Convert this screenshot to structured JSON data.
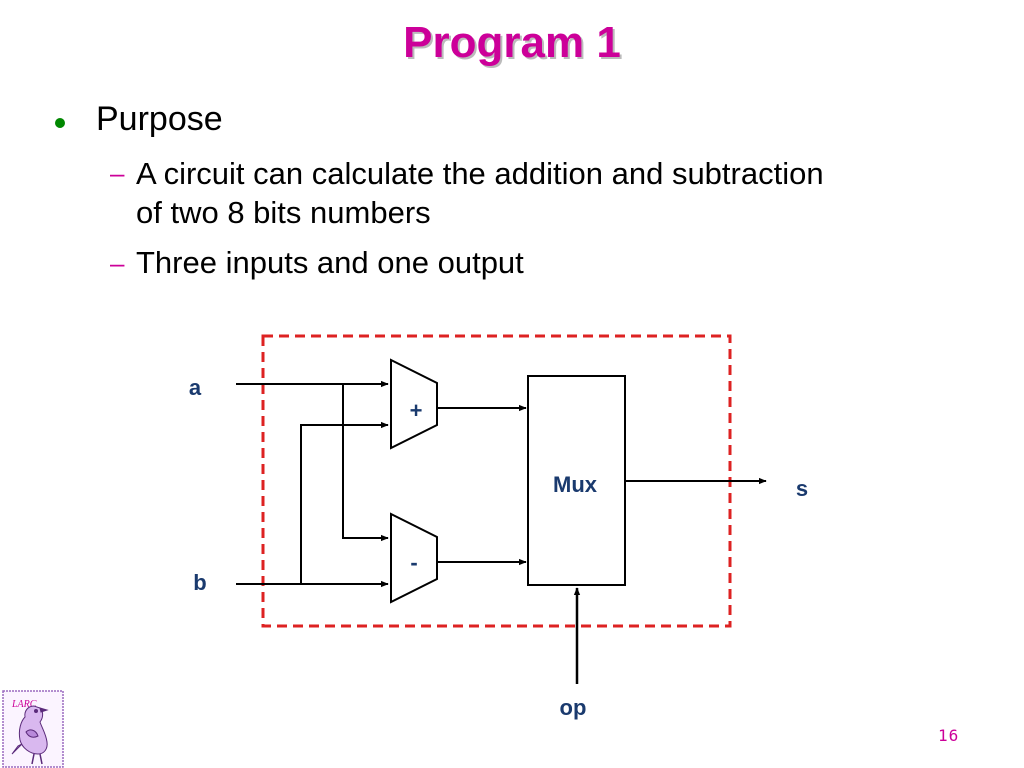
{
  "slide": {
    "title": "Program 1",
    "bullet": "Purpose",
    "sub_items": [
      {
        "lines": [
          "A circuit can calculate the addition and subtraction",
          "of two 8 bits numbers"
        ]
      },
      {
        "lines": [
          "Three inputs and one output"
        ]
      }
    ],
    "page_number": "16"
  },
  "diagram": {
    "inputs": {
      "a": "a",
      "b": "b",
      "op": "op"
    },
    "output": "s",
    "adder_symbol": "+",
    "subtractor_symbol": "-",
    "mux_label": "Mux"
  },
  "logo": {
    "text": "LARC"
  },
  "colors": {
    "title": "#cc0099",
    "bullet": "#008800",
    "label": "#1a3a6e",
    "dashed_border": "#dd2222"
  }
}
